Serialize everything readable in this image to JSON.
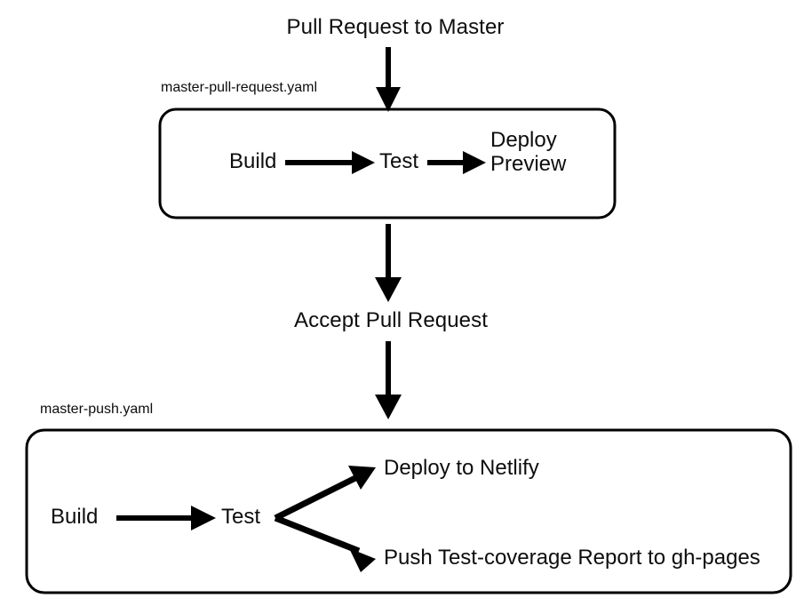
{
  "diagram": {
    "title": "GitHub Actions CI/CD workflow flowchart",
    "background_color": "#ffffff",
    "stroke_color": "#000000",
    "text_color": "#0d0d0d"
  },
  "entry": {
    "label": "Pull Request to Master"
  },
  "workflow_pr": {
    "file_label": "master-pull-request.yaml",
    "steps": [
      {
        "id": "build",
        "label": "Build"
      },
      {
        "id": "test",
        "label": "Test"
      },
      {
        "id": "deploy-preview",
        "label_line1": "Deploy",
        "label_line2": "Preview",
        "label": "Deploy Preview"
      }
    ]
  },
  "middle": {
    "label": "Accept Pull Request"
  },
  "workflow_push": {
    "file_label": "master-push.yaml",
    "steps": [
      {
        "id": "build",
        "label": "Build"
      },
      {
        "id": "test",
        "label": "Test"
      }
    ],
    "branches": [
      {
        "id": "deploy-netlify",
        "label": "Deploy to Netlify"
      },
      {
        "id": "push-coverage",
        "label": "Push Test-coverage Report to gh-pages"
      }
    ]
  },
  "connectors": [
    {
      "id": "entry-to-pr-box",
      "from": "Pull Request to Master",
      "to": "master-pull-request.yaml",
      "direction": "down"
    },
    {
      "id": "build-to-test-pr",
      "from": "Build",
      "to": "Test",
      "direction": "right"
    },
    {
      "id": "test-to-preview-pr",
      "from": "Test",
      "to": "Deploy Preview",
      "direction": "right"
    },
    {
      "id": "pr-box-to-accept",
      "from": "master-pull-request.yaml",
      "to": "Accept Pull Request",
      "direction": "down"
    },
    {
      "id": "accept-to-push-box",
      "from": "Accept Pull Request",
      "to": "master-push.yaml",
      "direction": "down"
    },
    {
      "id": "build-to-test-push",
      "from": "Build",
      "to": "Test",
      "direction": "right"
    },
    {
      "id": "test-to-netlify",
      "from": "Test",
      "to": "Deploy to Netlify",
      "direction": "up-right"
    },
    {
      "id": "test-to-coverage",
      "from": "Test",
      "to": "Push Test-coverage Report to gh-pages",
      "direction": "down-right"
    }
  ]
}
